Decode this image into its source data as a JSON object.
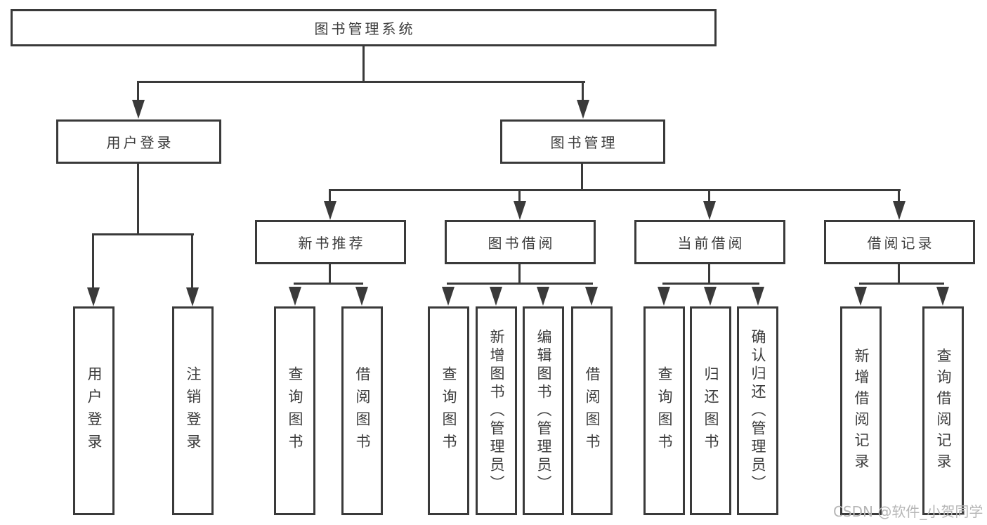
{
  "tree": {
    "label": "图书管理系统",
    "children": [
      {
        "label": "用户登录",
        "children": [
          {
            "label": "用户登录"
          },
          {
            "label": "注销登录"
          }
        ]
      },
      {
        "label": "图书管理",
        "children": [
          {
            "label": "新书推荐",
            "children": [
              {
                "label": "查询图书"
              },
              {
                "label": "借阅图书"
              }
            ]
          },
          {
            "label": "图书借阅",
            "children": [
              {
                "label": "查询图书"
              },
              {
                "label": "新增图书（管理员）"
              },
              {
                "label": "编辑图书（管理员）"
              },
              {
                "label": "借阅图书"
              }
            ]
          },
          {
            "label": "当前借阅",
            "children": [
              {
                "label": "查询图书"
              },
              {
                "label": "归还图书"
              },
              {
                "label": "确认归还（管理员）"
              }
            ]
          },
          {
            "label": "借阅记录",
            "children": [
              {
                "label": "新增借阅记录"
              },
              {
                "label": "查询借阅记录"
              }
            ]
          }
        ]
      }
    ]
  },
  "watermark": {
    "text": "CSDN @软件_小贺同学"
  },
  "colors": {
    "line": "#3a3a3a",
    "text": "#3c3c3c",
    "watermark": "#b6b6b6",
    "background": "#ffffff"
  }
}
